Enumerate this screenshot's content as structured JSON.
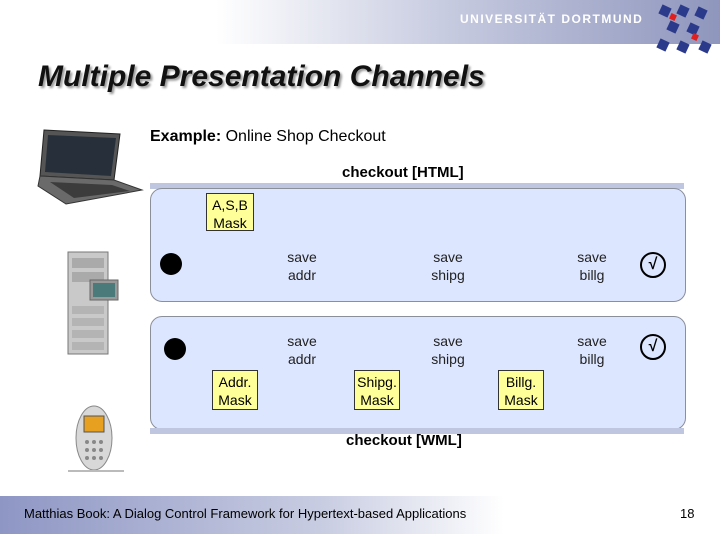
{
  "header": {
    "university": "UNIVERSITÄT DORTMUND"
  },
  "title": "Multiple Presentation Channels",
  "example": {
    "label": "Example:",
    "text": "Online Shop Checkout"
  },
  "diagram": {
    "html_channel": "checkout [HTML]",
    "wml_channel": "checkout [WML]",
    "html_mask": [
      "A,S,B",
      "Mask"
    ],
    "states_top": [
      [
        "save",
        "addr"
      ],
      [
        "save",
        "shipg"
      ],
      [
        "save",
        "billg"
      ]
    ],
    "states_bottom": [
      [
        "save",
        "addr"
      ],
      [
        "save",
        "shipg"
      ],
      [
        "save",
        "billg"
      ]
    ],
    "wml_masks": [
      [
        "Addr.",
        "Mask"
      ],
      [
        "Shipg.",
        "Mask"
      ],
      [
        "Billg.",
        "Mask"
      ]
    ],
    "final_mark": "√"
  },
  "footer": {
    "text": "Matthias Book: A Dialog Control Framework for Hypertext-based Applications",
    "page": "18"
  }
}
